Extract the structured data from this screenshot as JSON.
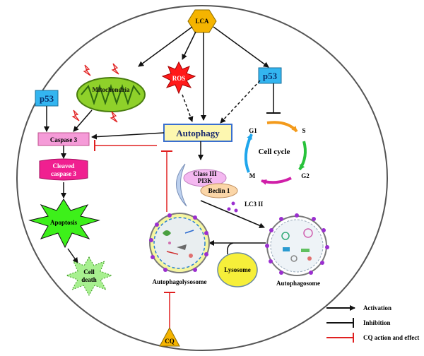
{
  "nodes": {
    "lca": "LCA",
    "mitochondria": "Mitochondria",
    "ros": "ROS",
    "p53_left": "p53",
    "p53_right": "p53",
    "caspase3": "Caspase 3",
    "cleaved_caspase3_line1": "Cleaved",
    "cleaved_caspase3_line2": "caspase 3",
    "apoptosis": "Apoptosis",
    "cell_death_line1": "Cell",
    "cell_death_line2": "death",
    "autophagy": "Autophagy",
    "cell_cycle": "Cell cycle",
    "phase_g1": "G1",
    "phase_s": "S",
    "phase_g2": "G2",
    "phase_m": "M",
    "class3_line1": "Class III",
    "class3_line2": "PI3K",
    "beclin1": "Beclin 1",
    "lc3": "LC3 II",
    "lysosome": "Lysosome",
    "autophagolysosome": "Autophagolysosome",
    "autophagosome": "Autophagosome",
    "cq": "CQ"
  },
  "legend": {
    "activation": "Activation",
    "inhibition": "Inhibition",
    "cq_effect": "CQ action and effect"
  },
  "colors": {
    "lca_fill": "#f5b400",
    "ros_fill": "#ff1a1a",
    "p53_fill": "#33b5f0",
    "autophagy_fill": "#fdf7b0",
    "caspase_fill": "#f59bd8",
    "cleaved_fill": "#f02090",
    "apoptosis_fill": "#3df01a",
    "celldeath_fill": "#a8f090",
    "lysosome_fill": "#f6ef3a",
    "cq_line": "#e02020"
  }
}
